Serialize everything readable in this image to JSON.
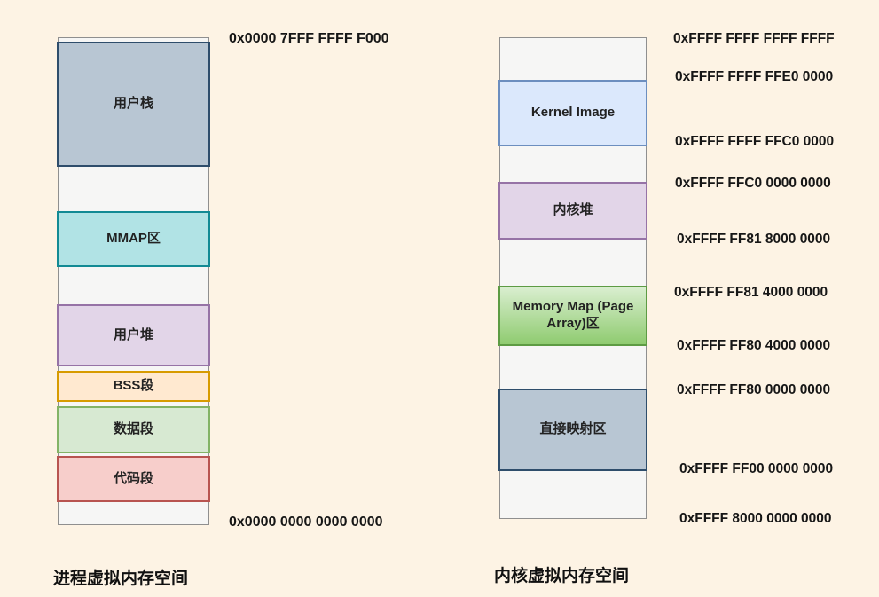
{
  "diagram_title": "Linux virtual memory layout (process vs kernel)",
  "colors": {
    "background": "#fdf3e4",
    "container_fill": "#f6f6f5",
    "container_border": "#8f8f8f",
    "label_text": "#222222",
    "address_text": "#161616"
  },
  "process_space": {
    "caption": "进程虚拟内存空间",
    "top_address": "0x0000 7FFF FFFF F000",
    "bottom_address": "0x0000 0000 0000 0000",
    "segments": [
      {
        "label": "用户栈",
        "fill": "#b8c6d3",
        "border": "#2e4d6b"
      },
      {
        "label": "MMAP区",
        "fill": "#b1e3e5",
        "border": "#128a94"
      },
      {
        "label": "用户堆",
        "fill": "#e2d5e8",
        "border": "#9673a6"
      },
      {
        "label": "BSS段",
        "fill": "#ffe9d0",
        "border": "#d79b00"
      },
      {
        "label": "数据段",
        "fill": "#d7e9d2",
        "border": "#83b366"
      },
      {
        "label": "代码段",
        "fill": "#f7cecb",
        "border": "#b85450"
      }
    ]
  },
  "kernel_space": {
    "caption": "内核虚拟内存空间",
    "segments": [
      {
        "label": "Kernel Image",
        "fill": "#dbe8fc",
        "border": "#6c8ebf"
      },
      {
        "label": "内核堆",
        "fill": "#e2d5e8",
        "border": "#9673a6"
      },
      {
        "label": "Memory Map (Page Array)区",
        "fill_top": "#d9eecf",
        "fill_bottom": "#8fcb70",
        "border": "#5d9b43"
      },
      {
        "label": "直接映射区",
        "fill": "#b8c6d3",
        "border": "#2e4d6b"
      }
    ],
    "addresses": [
      {
        "text": "0xFFFF FFFF FFFF FFFF"
      },
      {
        "text": "0xFFFF FFFF FFE0 0000"
      },
      {
        "text": "0xFFFF FFFF FFC0 0000"
      },
      {
        "text": "0xFFFF FFC0 0000 0000"
      },
      {
        "text": "0xFFFF FF81 8000 0000"
      },
      {
        "text": "0xFFFF FF81 4000 0000"
      },
      {
        "text": "0xFFFF FF80 4000 0000"
      },
      {
        "text": "0xFFFF FF80 0000 0000"
      },
      {
        "text": "0xFFFF FF00 0000 0000"
      },
      {
        "text": "0xFFFF 8000 0000 0000"
      }
    ]
  }
}
